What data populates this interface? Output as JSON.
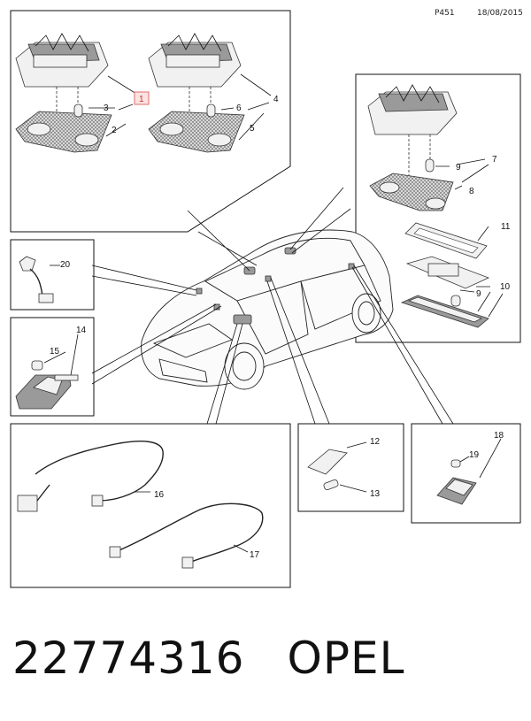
{
  "header": {
    "page_code": "P451",
    "date": "18/08/2015"
  },
  "callouts": {
    "c1": "1",
    "c2": "2",
    "c3": "3",
    "c4": "4",
    "c5": "5",
    "c6": "6",
    "c7": "7",
    "c8": "8",
    "c9a": "9",
    "c9b": "9",
    "c10": "10",
    "c11": "11",
    "c12": "12",
    "c13": "13",
    "c14": "14",
    "c15": "15",
    "c16": "16",
    "c17": "17",
    "c18": "18",
    "c19": "19",
    "c20": "20"
  },
  "selected_callout": "1",
  "footer": {
    "part_number": "22774316",
    "brand": "OPEL"
  }
}
